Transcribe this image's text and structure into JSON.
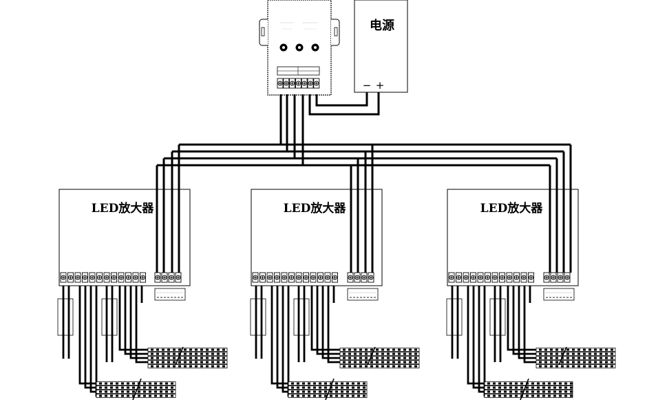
{
  "power_supply": {
    "label": "电源",
    "terminal_negative": "−",
    "terminal_positive": "+"
  },
  "controller": {
    "button_count": 3,
    "output_terminal_count": 7
  },
  "amplifiers": [
    {
      "label": "LED放大器"
    },
    {
      "label": "LED放大器"
    },
    {
      "label": "LED放大器"
    }
  ],
  "amplifier_output_terminal_count": 12,
  "amplifier_input_terminal_count": 4,
  "colors": {
    "line": "#000000",
    "background": "#ffffff"
  }
}
